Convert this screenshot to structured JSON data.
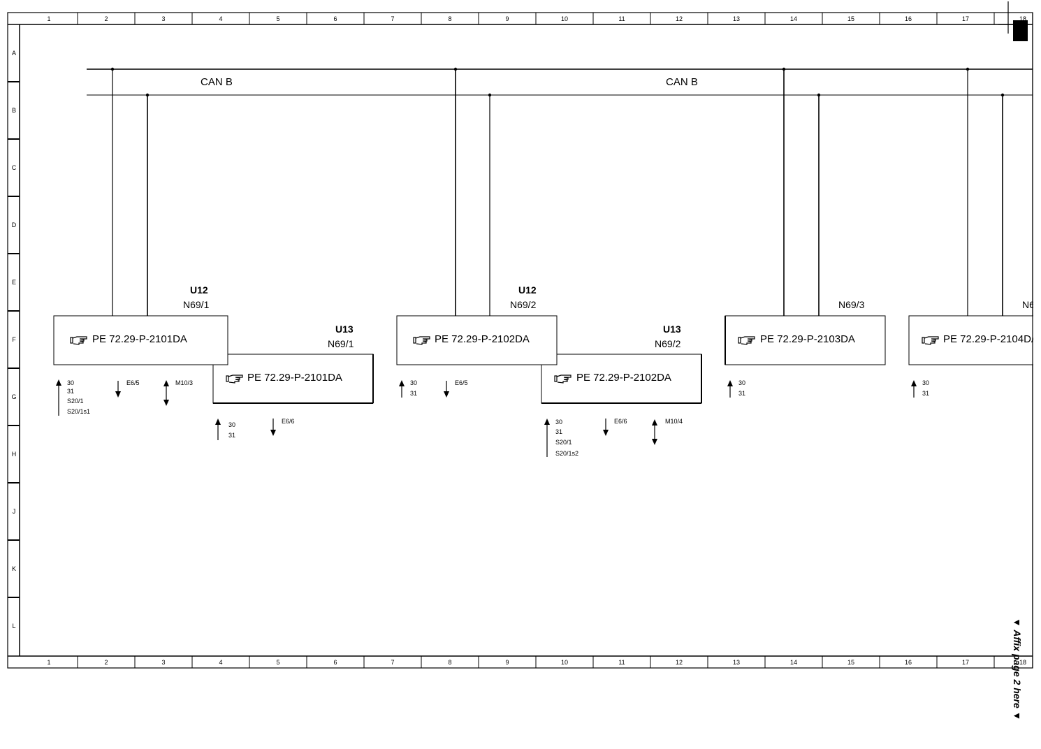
{
  "frame": {
    "columns": [
      "1",
      "2",
      "3",
      "4",
      "5",
      "6",
      "7",
      "8",
      "9",
      "10",
      "11",
      "12",
      "13",
      "14",
      "15",
      "16",
      "17",
      "18"
    ],
    "rows": [
      "A",
      "B",
      "C",
      "D",
      "E",
      "F",
      "G",
      "H",
      "J",
      "K",
      "L"
    ]
  },
  "bus": {
    "label_1": "CAN B",
    "label_2": "CAN B"
  },
  "modules": {
    "m1": {
      "group": "U12",
      "node": "N69/1",
      "ref": "PE 72.29-P-2101DA"
    },
    "m2": {
      "group": "U13",
      "node": "N69/1",
      "ref": "PE 72.29-P-2101DA"
    },
    "m3": {
      "group": "U12",
      "node": "N69/2",
      "ref": "PE 72.29-P-2102DA"
    },
    "m4": {
      "group": "U13",
      "node": "N69/2",
      "ref": "PE 72.29-P-2102DA"
    },
    "m5": {
      "node": "N69/3",
      "ref": "PE 72.29-P-2103DA"
    },
    "m6": {
      "node": "N6",
      "ref": "PE 72.29-P-2104DA"
    }
  },
  "pins": {
    "m1_in": [
      "30",
      "31",
      "S20/1",
      "S20/1s1"
    ],
    "m1_out": "E6/5",
    "m1_bi": "M10/3",
    "m2_in": [
      "30",
      "31"
    ],
    "m2_out": "E6/6",
    "m3_in": [
      "30",
      "31"
    ],
    "m3_out": "E6/5",
    "m4_in": [
      "30",
      "31",
      "S20/1",
      "S20/1s2"
    ],
    "m4_out": "E6/6",
    "m4_bi": "M10/4",
    "m5_in": [
      "30",
      "31"
    ],
    "m6_in": [
      "30",
      "31"
    ]
  },
  "note": {
    "affix": "▼ Affix page 2 here ▼"
  },
  "icons": {
    "reference": "pointing-hand-icon"
  }
}
